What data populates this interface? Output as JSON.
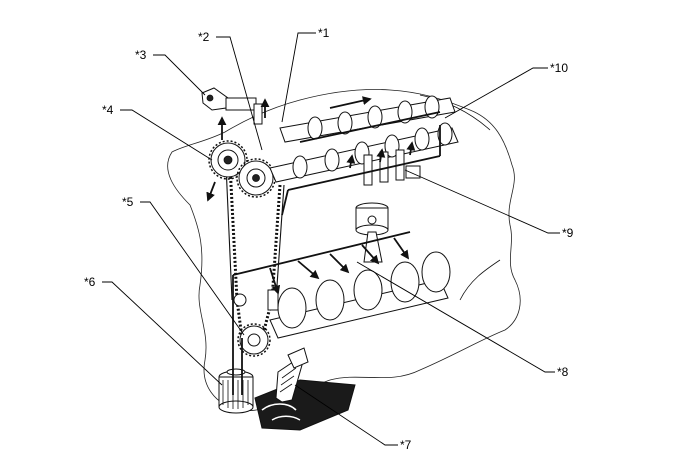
{
  "callouts": [
    {
      "id": "1",
      "label": "*1"
    },
    {
      "id": "2",
      "label": "*2"
    },
    {
      "id": "3",
      "label": "*3"
    },
    {
      "id": "4",
      "label": "*4"
    },
    {
      "id": "5",
      "label": "*5"
    },
    {
      "id": "6",
      "label": "*6"
    },
    {
      "id": "7",
      "label": "*7"
    },
    {
      "id": "8",
      "label": "*8"
    },
    {
      "id": "9",
      "label": "*9"
    },
    {
      "id": "10",
      "label": "*10"
    }
  ]
}
